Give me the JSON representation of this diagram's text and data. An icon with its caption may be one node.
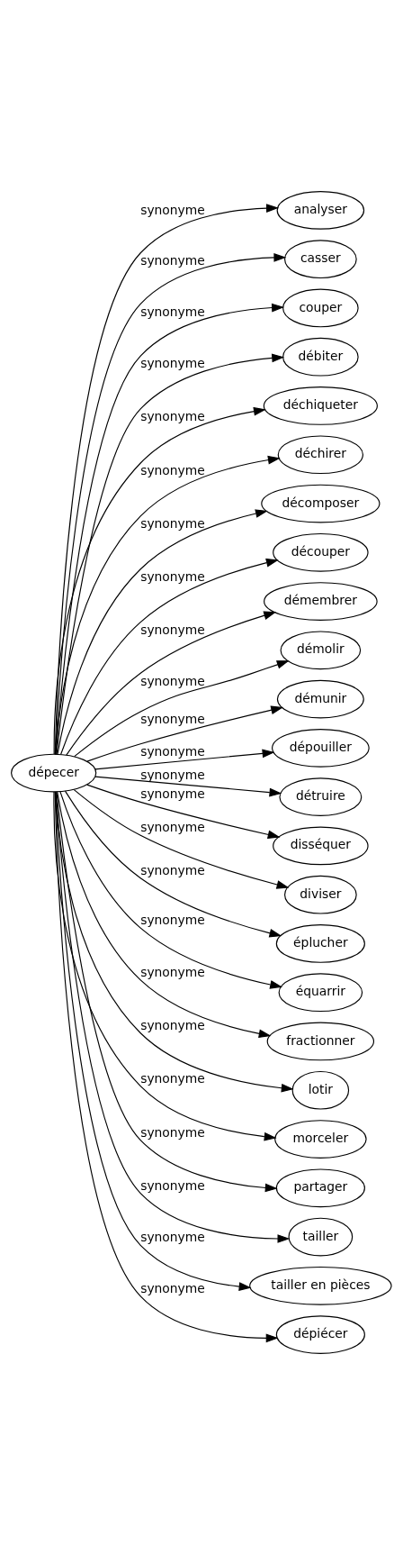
{
  "diagram": {
    "nodes": [
      {
        "text": [
          "dépecer"
        ]
      },
      {
        "text": [
          "analyser"
        ]
      },
      {
        "text": [
          "casser"
        ]
      },
      {
        "text": [
          "couper"
        ]
      },
      {
        "text": [
          "débiter"
        ]
      },
      {
        "text": [
          "déchiqueter"
        ]
      },
      {
        "text": [
          "déchirer"
        ]
      },
      {
        "text": [
          "décomposer"
        ]
      },
      {
        "text": [
          "découper"
        ]
      },
      {
        "text": [
          "démembrer"
        ]
      },
      {
        "text": [
          "démolir"
        ]
      },
      {
        "text": [
          "démunir"
        ]
      },
      {
        "text": [
          "dépouiller"
        ]
      },
      {
        "text": [
          "détruire"
        ]
      },
      {
        "text": [
          "disséquer"
        ]
      },
      {
        "text": [
          "diviser"
        ]
      },
      {
        "text": [
          "éplucher"
        ]
      },
      {
        "text": [
          "équarrir"
        ]
      },
      {
        "text": [
          "fractionner"
        ]
      },
      {
        "text": [
          "lotir"
        ]
      },
      {
        "text": [
          "morceler"
        ]
      },
      {
        "text": [
          "partager"
        ]
      },
      {
        "text": [
          "tailler"
        ]
      },
      {
        "text": [
          "tailler en pièces"
        ]
      },
      {
        "text": [
          "dépiécer"
        ]
      }
    ],
    "edges": [
      {
        "from": 0,
        "to": 1,
        "arrow": "to",
        "label": "synonyme"
      },
      {
        "from": 0,
        "to": 2,
        "arrow": "to",
        "label": "synonyme"
      },
      {
        "from": 0,
        "to": 3,
        "arrow": "to",
        "label": "synonyme"
      },
      {
        "from": 0,
        "to": 4,
        "arrow": "to",
        "label": "synonyme"
      },
      {
        "from": 0,
        "to": 5,
        "arrow": "to",
        "label": "synonyme"
      },
      {
        "from": 0,
        "to": 6,
        "arrow": "to",
        "label": "synonyme"
      },
      {
        "from": 0,
        "to": 7,
        "arrow": "to",
        "label": "synonyme"
      },
      {
        "from": 0,
        "to": 8,
        "arrow": "to",
        "label": "synonyme"
      },
      {
        "from": 0,
        "to": 9,
        "arrow": "to",
        "label": "synonyme"
      },
      {
        "from": 0,
        "to": 10,
        "arrow": "to",
        "label": "synonyme"
      },
      {
        "from": 0,
        "to": 11,
        "arrow": "to",
        "label": "synonyme"
      },
      {
        "from": 0,
        "to": 12,
        "arrow": "to",
        "label": "synonyme"
      },
      {
        "from": 0,
        "to": 13,
        "arrow": "to",
        "label": "synonyme"
      },
      {
        "from": 0,
        "to": 14,
        "arrow": "to",
        "label": "synonyme"
      },
      {
        "from": 0,
        "to": 15,
        "arrow": "to",
        "label": "synonyme"
      },
      {
        "from": 0,
        "to": 16,
        "arrow": "to",
        "label": "synonyme"
      },
      {
        "from": 0,
        "to": 17,
        "arrow": "to",
        "label": "synonyme"
      },
      {
        "from": 0,
        "to": 18,
        "arrow": "to",
        "label": "synonyme"
      },
      {
        "from": 0,
        "to": 19,
        "arrow": "to",
        "label": "synonyme"
      },
      {
        "from": 0,
        "to": 20,
        "arrow": "to",
        "label": "synonyme"
      },
      {
        "from": 0,
        "to": 21,
        "arrow": "to",
        "label": "synonyme"
      },
      {
        "from": 0,
        "to": 22,
        "arrow": "to",
        "label": "synonyme"
      },
      {
        "from": 0,
        "to": 23,
        "arrow": "to",
        "label": "synonyme"
      },
      {
        "from": 0,
        "to": 24,
        "arrow": "to",
        "label": "synonyme"
      }
    ]
  }
}
